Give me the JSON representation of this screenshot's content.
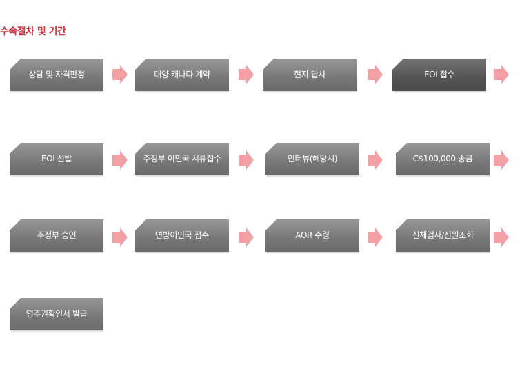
{
  "page": {
    "title": "수속절차 및 기간"
  },
  "colors": {
    "title": "#c8323c",
    "step_box": "#7d7d7d",
    "step_box_dark": "#555555",
    "arrow": "#f2a0a6",
    "step_text": "#ffffff"
  },
  "icons": {
    "connector": "arrow-right-icon"
  },
  "steps": [
    {
      "label": "상담 및 자격판정"
    },
    {
      "label": "대양 캐나다 계약"
    },
    {
      "label": "현지 답사"
    },
    {
      "label": "EOI 접수"
    },
    {
      "label": "EOI 선발"
    },
    {
      "label": "주정부 이민국 서류접수"
    },
    {
      "label": "인터뷰(해당시)"
    },
    {
      "label": "C$100,000 송금"
    },
    {
      "label": "주정부 승인"
    },
    {
      "label": "연방이민국 접수"
    },
    {
      "label": "AOR 수령"
    },
    {
      "label": "신체검사/신원조회"
    },
    {
      "label": "영주권확인서 발급"
    }
  ]
}
